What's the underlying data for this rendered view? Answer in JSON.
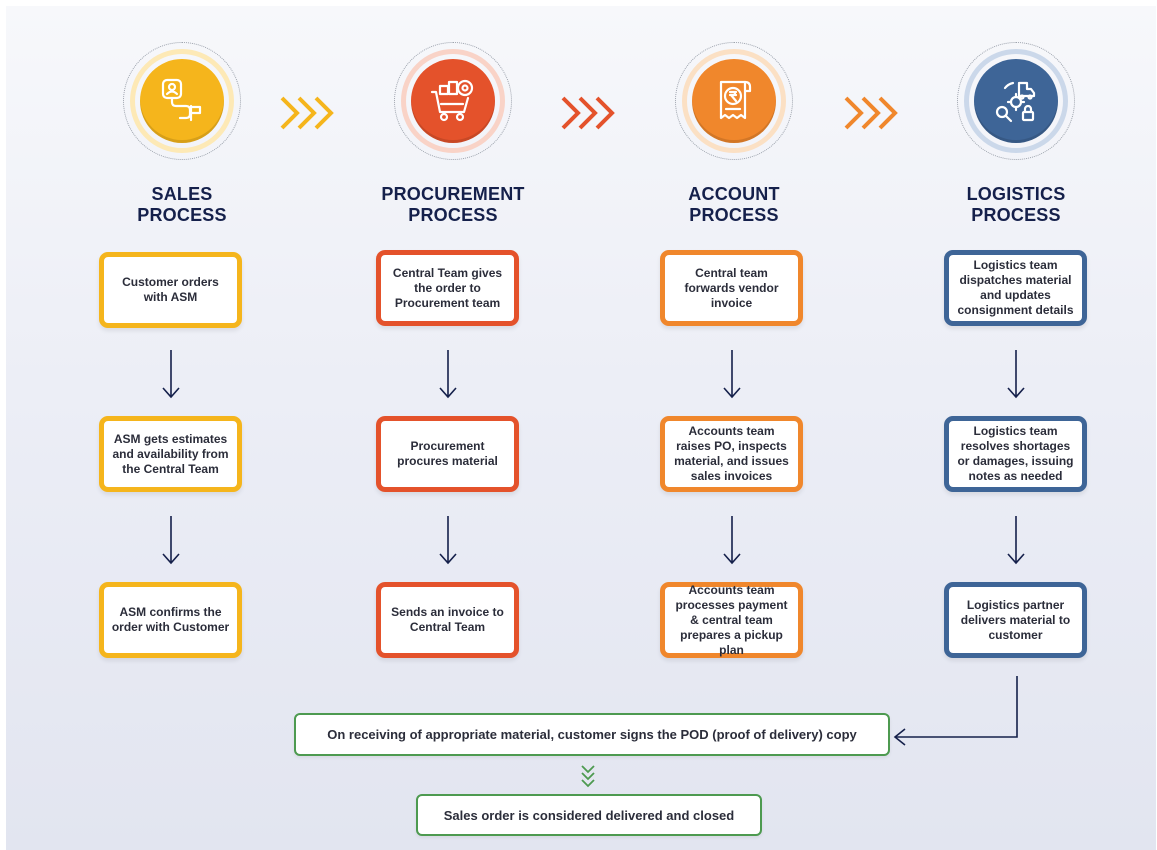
{
  "colors": {
    "sales": "#f5b51c",
    "procurement": "#e4522b",
    "account": "#f0872c",
    "logistics": "#3e6597",
    "title": "#15204b",
    "final_border": "#4d9a50"
  },
  "columns": [
    {
      "icon": "route-person-icon",
      "title_line1": "SALES",
      "title_line2": "PROCESS",
      "steps": [
        "Customer orders with ASM",
        "ASM gets estimates and availability from the Central Team",
        "ASM confirms the order with Customer"
      ]
    },
    {
      "icon": "shopping-cart-icon",
      "title_line1": "PROCUREMENT",
      "title_line2": "PROCESS",
      "steps": [
        "Central Team gives the order to Procurement team",
        "Procurement procures material",
        "Sends an invoice to Central Team"
      ]
    },
    {
      "icon": "rupee-invoice-icon",
      "title_line1": "ACCOUNT",
      "title_line2": "PROCESS",
      "steps": [
        "Central team forwards vendor invoice",
        "Accounts team raises PO, inspects material, and issues sales invoices",
        "Accounts team processes payment & central team prepares a pickup plan"
      ]
    },
    {
      "icon": "logistics-gear-icon",
      "title_line1": "LOGISTICS",
      "title_line2": "PROCESS",
      "steps": [
        "Logistics team dispatches material and updates consignment details",
        "Logistics team resolves shortages or damages, issuing notes as needed",
        "Logistics partner delivers material to customer"
      ]
    }
  ],
  "pod_step": "On receiving of appropriate material, customer signs the POD (proof of delivery) copy",
  "close_step": "Sales order is considered delivered and closed"
}
